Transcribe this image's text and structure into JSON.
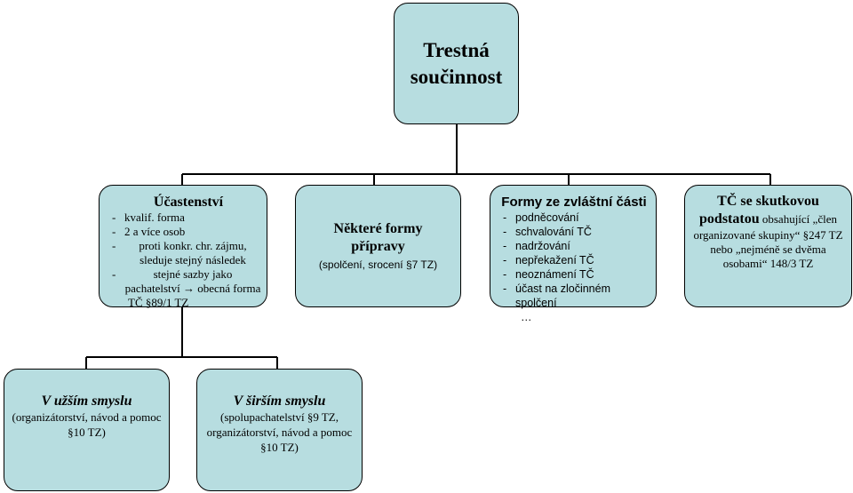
{
  "root": {
    "title_line1": "Trestná",
    "title_line2": "součinnost"
  },
  "nodes": {
    "ucastenstvi": {
      "title": "Účastenství",
      "items": [
        "kvalif. forma",
        "2 a více osob",
        "proti konkr. chr. zájmu, sleduje stejný následek",
        "stejné sazby jako pachatelství → obecná forma"
      ],
      "footer": "TČ §89/1 TZ"
    },
    "priprava": {
      "title": "Některé formy přípravy",
      "subtitle": "(spolčení, srocení §7 TZ)"
    },
    "zvlastni": {
      "title": "Formy ze zvláštní části",
      "items": [
        "podněcování",
        "schvalování TČ",
        "nadržování",
        "nepřekažení TČ",
        "neoznámení TČ",
        "účast na zločinném spolčení"
      ],
      "ellipsis": "…"
    },
    "skutkova": {
      "title": "TČ se skutkovou podstatou",
      "text": "obsahující „člen organizované skupiny“ §247 TZ nebo „nejméně se dvěma osobami“ 148/3 TZ"
    },
    "uzsi": {
      "title": "V užším smyslu",
      "text": "(organizátorství, návod a pomoc §10 TZ)"
    },
    "sirsi": {
      "title": "V širším smyslu",
      "text": "(spolupachatelství §9 TZ, organizátorství, návod a pomoc §10 TZ)"
    }
  },
  "colors": {
    "box_fill": "#b7dde0",
    "border": "#000000",
    "title_accent": "#000000"
  }
}
